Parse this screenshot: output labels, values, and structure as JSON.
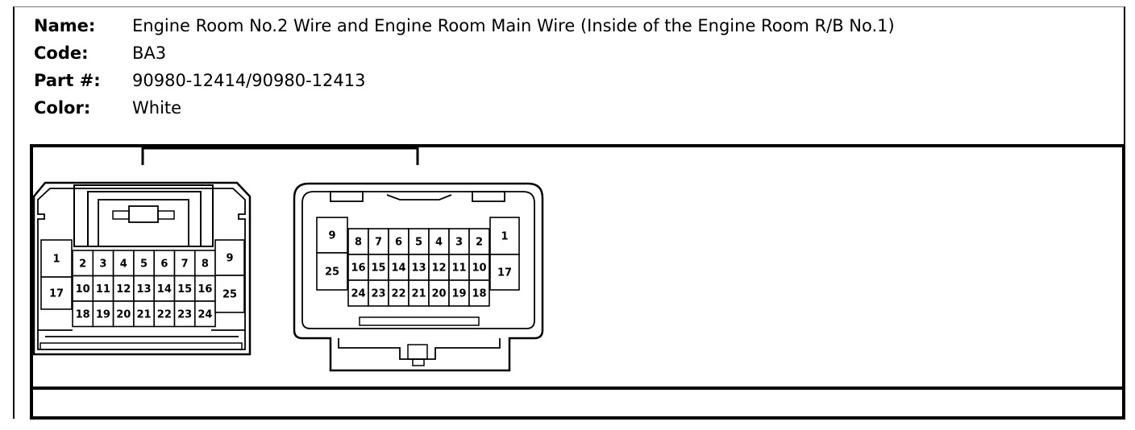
{
  "info": {
    "name_label": "Name:",
    "name_value": "Engine Room No.2 Wire and Engine Room Main Wire (Inside of the Engine Room R/B No.1)",
    "code_label": "Code:",
    "code_value": "BA3",
    "part_label": "Part #:",
    "part_value": "90980-12414/90980-12413",
    "color_label": "Color:",
    "color_value": "White"
  },
  "connector_left": {
    "row1": [
      "2",
      "3",
      "4",
      "5",
      "6",
      "7",
      "8"
    ],
    "row2": [
      "10",
      "11",
      "12",
      "13",
      "14",
      "15",
      "16"
    ],
    "row3": [
      "18",
      "19",
      "20",
      "21",
      "22",
      "23",
      "24"
    ],
    "side_left": [
      "1",
      "17"
    ],
    "side_right": [
      "9",
      "25"
    ]
  },
  "connector_right": {
    "row1": [
      "8",
      "7",
      "6",
      "5",
      "4",
      "3",
      "2"
    ],
    "row2": [
      "16",
      "15",
      "14",
      "13",
      "12",
      "11",
      "10"
    ],
    "row3": [
      "24",
      "23",
      "22",
      "21",
      "20",
      "19",
      "18"
    ],
    "side_left": [
      "9",
      "25"
    ],
    "side_right": [
      "1",
      "17"
    ]
  }
}
